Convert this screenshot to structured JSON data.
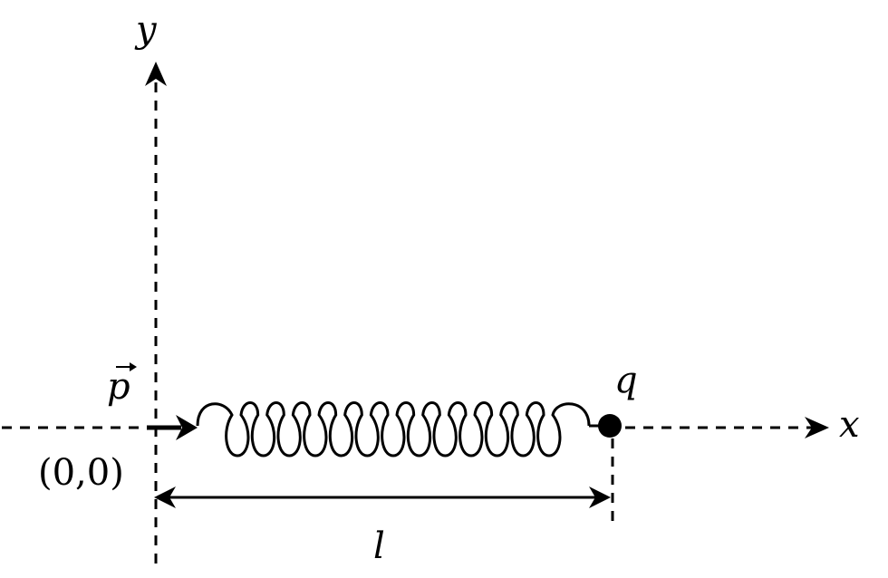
{
  "diagram": {
    "labels": {
      "y_axis": "y",
      "x_axis": "x",
      "momentum": "p",
      "origin": "(0,0)",
      "charge": "q",
      "length": "l"
    },
    "colors": {
      "ink": "#000000",
      "background": "#ffffff"
    },
    "coil_loop_count": 13
  }
}
